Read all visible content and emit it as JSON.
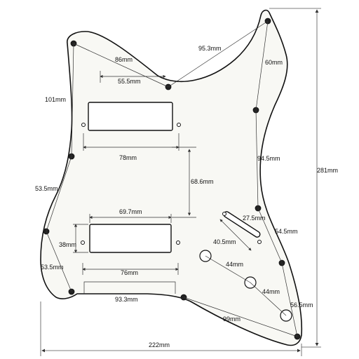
{
  "diagram": {
    "labels": {
      "d86": "86mm",
      "d95_3": "95.3mm",
      "d55_5": "55.5mm",
      "d60": "60mm",
      "d101": "101mm",
      "d94_5": "94.5mm",
      "d281": "281mm",
      "d78": "78mm",
      "d68_6": "68.6mm",
      "d53_5a": "53.5mm",
      "d69_7": "69.7mm",
      "d27_5": "27.5mm",
      "d54_5": "54.5mm",
      "d38": "38mm",
      "d40_5": "40.5mm",
      "d53_5b": "53.5mm",
      "d44a": "44mm",
      "d76": "76mm",
      "d44b": "44mm",
      "d93_3": "93.3mm",
      "d56_5": "56.5mm",
      "d99": "99mm",
      "d222": "222mm"
    },
    "colors": {
      "guard_fill": "#f8f8f4",
      "outline": "#111111",
      "dimension_line": "#333333"
    }
  }
}
